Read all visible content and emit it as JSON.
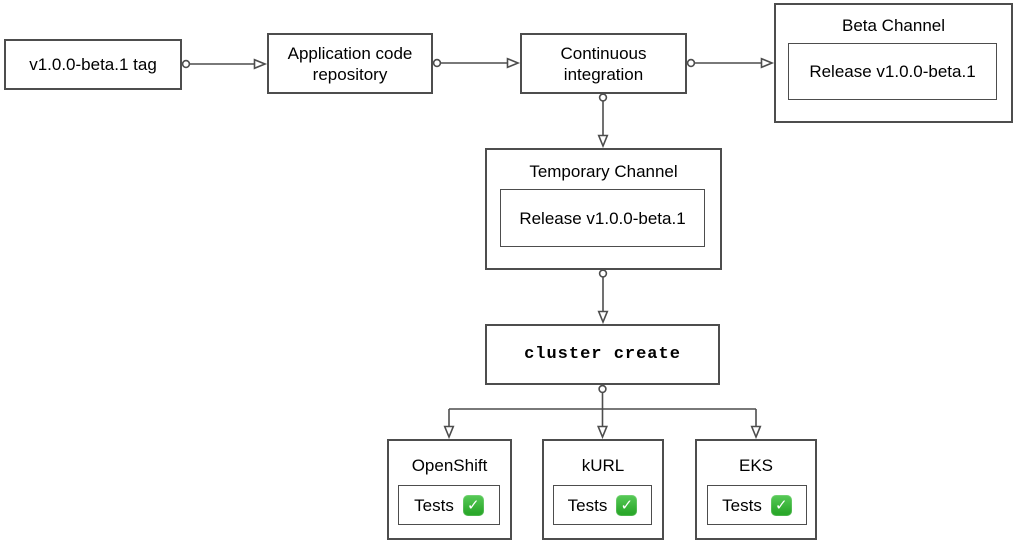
{
  "colors": {
    "stroke": "#4d4d4d",
    "text": "#000000",
    "check_green": "#2aa82a"
  },
  "icons": {
    "tests_passed_glyph": "✓"
  },
  "nodes": {
    "tag": {
      "label": "v1.0.0-beta.1 tag"
    },
    "repo": {
      "label": "Application code repository"
    },
    "ci": {
      "label": "Continuous integration"
    },
    "beta_channel": {
      "label": "Beta Channel",
      "release_label": "Release v1.0.0-beta.1"
    },
    "temporary_channel": {
      "label": "Temporary Channel",
      "release_label": "Release v1.0.0-beta.1"
    },
    "cluster_create": {
      "label": "cluster create"
    },
    "clusters": [
      {
        "label": "OpenShift",
        "tests_label": "Tests",
        "status": "passed"
      },
      {
        "label": "kURL",
        "tests_label": "Tests",
        "status": "passed"
      },
      {
        "label": "EKS",
        "tests_label": "Tests",
        "status": "passed"
      }
    ]
  }
}
